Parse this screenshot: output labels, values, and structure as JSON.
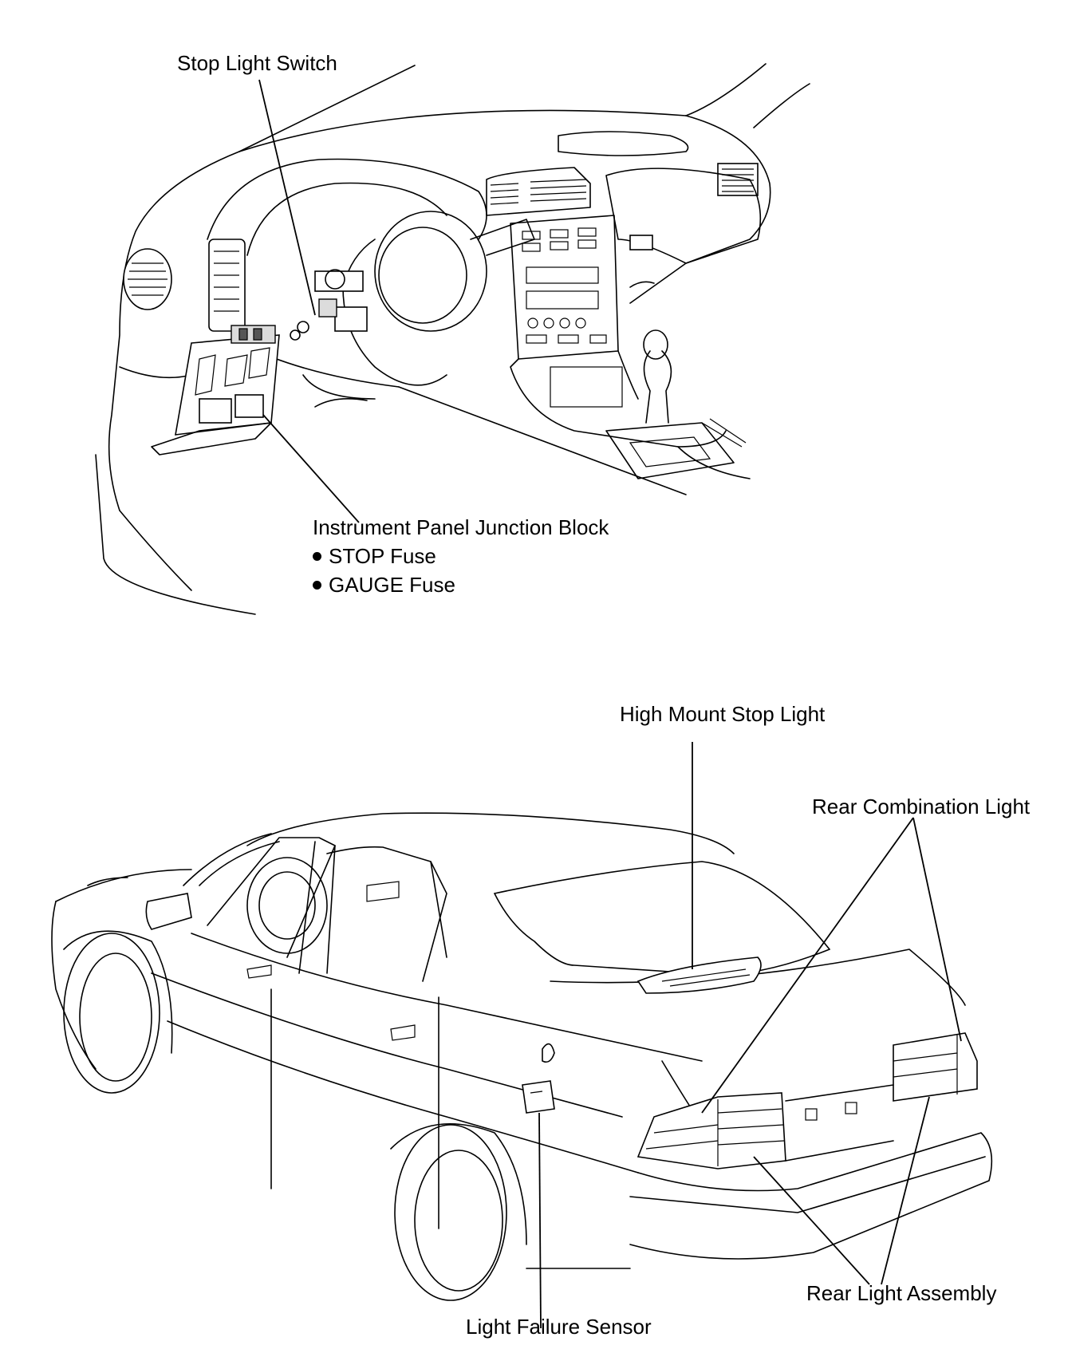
{
  "labels": {
    "stop_light_switch": "Stop Light Switch",
    "instrument_panel_junction_block": "Instrument Panel Junction Block",
    "stop_fuse": "STOP Fuse",
    "gauge_fuse": "GAUGE Fuse",
    "high_mount_stop_light": "High Mount Stop Light",
    "rear_combination_light": "Rear Combination Light",
    "rear_light_assembly": "Rear Light Assembly",
    "light_failure_sensor": "Light Failure Sensor"
  },
  "colors": {
    "ink": "#000000",
    "paper": "#ffffff"
  }
}
